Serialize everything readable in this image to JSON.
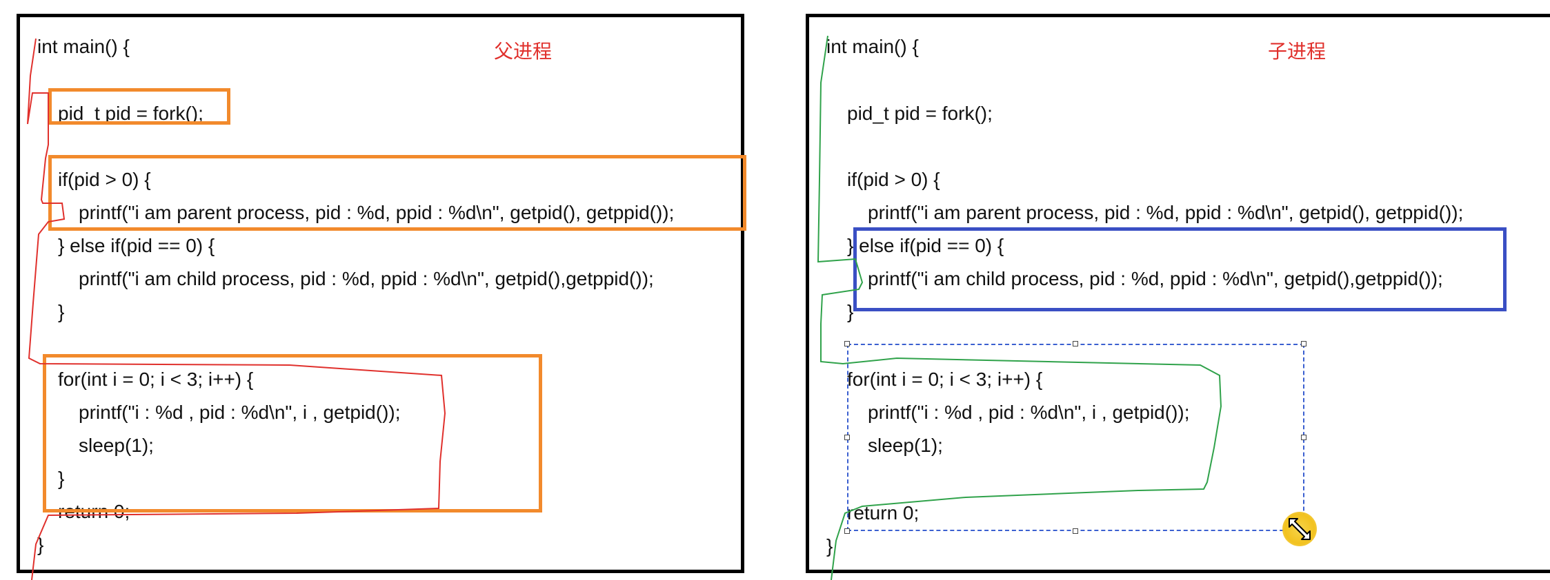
{
  "left_panel": {
    "title": "父进程",
    "code_lines": [
      "int main() {",
      "pid_t pid = fork();",
      "if(pid > 0) {",
      "printf(\"i am parent process, pid : %d, ppid : %d\\n\", getpid(), getppid());",
      "} else if(pid == 0) {",
      "printf(\"i am child process, pid : %d, ppid : %d\\n\", getpid(),getppid());",
      "}",
      "for(int i = 0; i < 3; i++) {",
      "printf(\"i : %d , pid : %d\\n\", i , getpid());",
      "sleep(1);",
      "}",
      "return 0;",
      "}"
    ],
    "highlight_color": "#f28a2c",
    "sketch_color": "#e0302c"
  },
  "right_panel": {
    "title": "子进程",
    "code_lines": [
      "int main() {",
      "pid_t pid = fork();",
      "if(pid > 0) {",
      "printf(\"i am parent process, pid : %d, ppid : %d\\n\", getpid(), getppid());",
      "} else if(pid == 0) {",
      "printf(\"i am child process, pid : %d, ppid : %d\\n\", getpid(),getppid());",
      "}",
      "for(int i = 0; i < 3; i++) {",
      "printf(\"i : %d , pid : %d\\n\", i , getpid());",
      "sleep(1);",
      "return 0;",
      "}"
    ],
    "highlight_color": "#3a4fc4",
    "sketch_color": "#2fa24a"
  },
  "cursor": {
    "icon": "resize-diagonal-cursor-icon"
  }
}
